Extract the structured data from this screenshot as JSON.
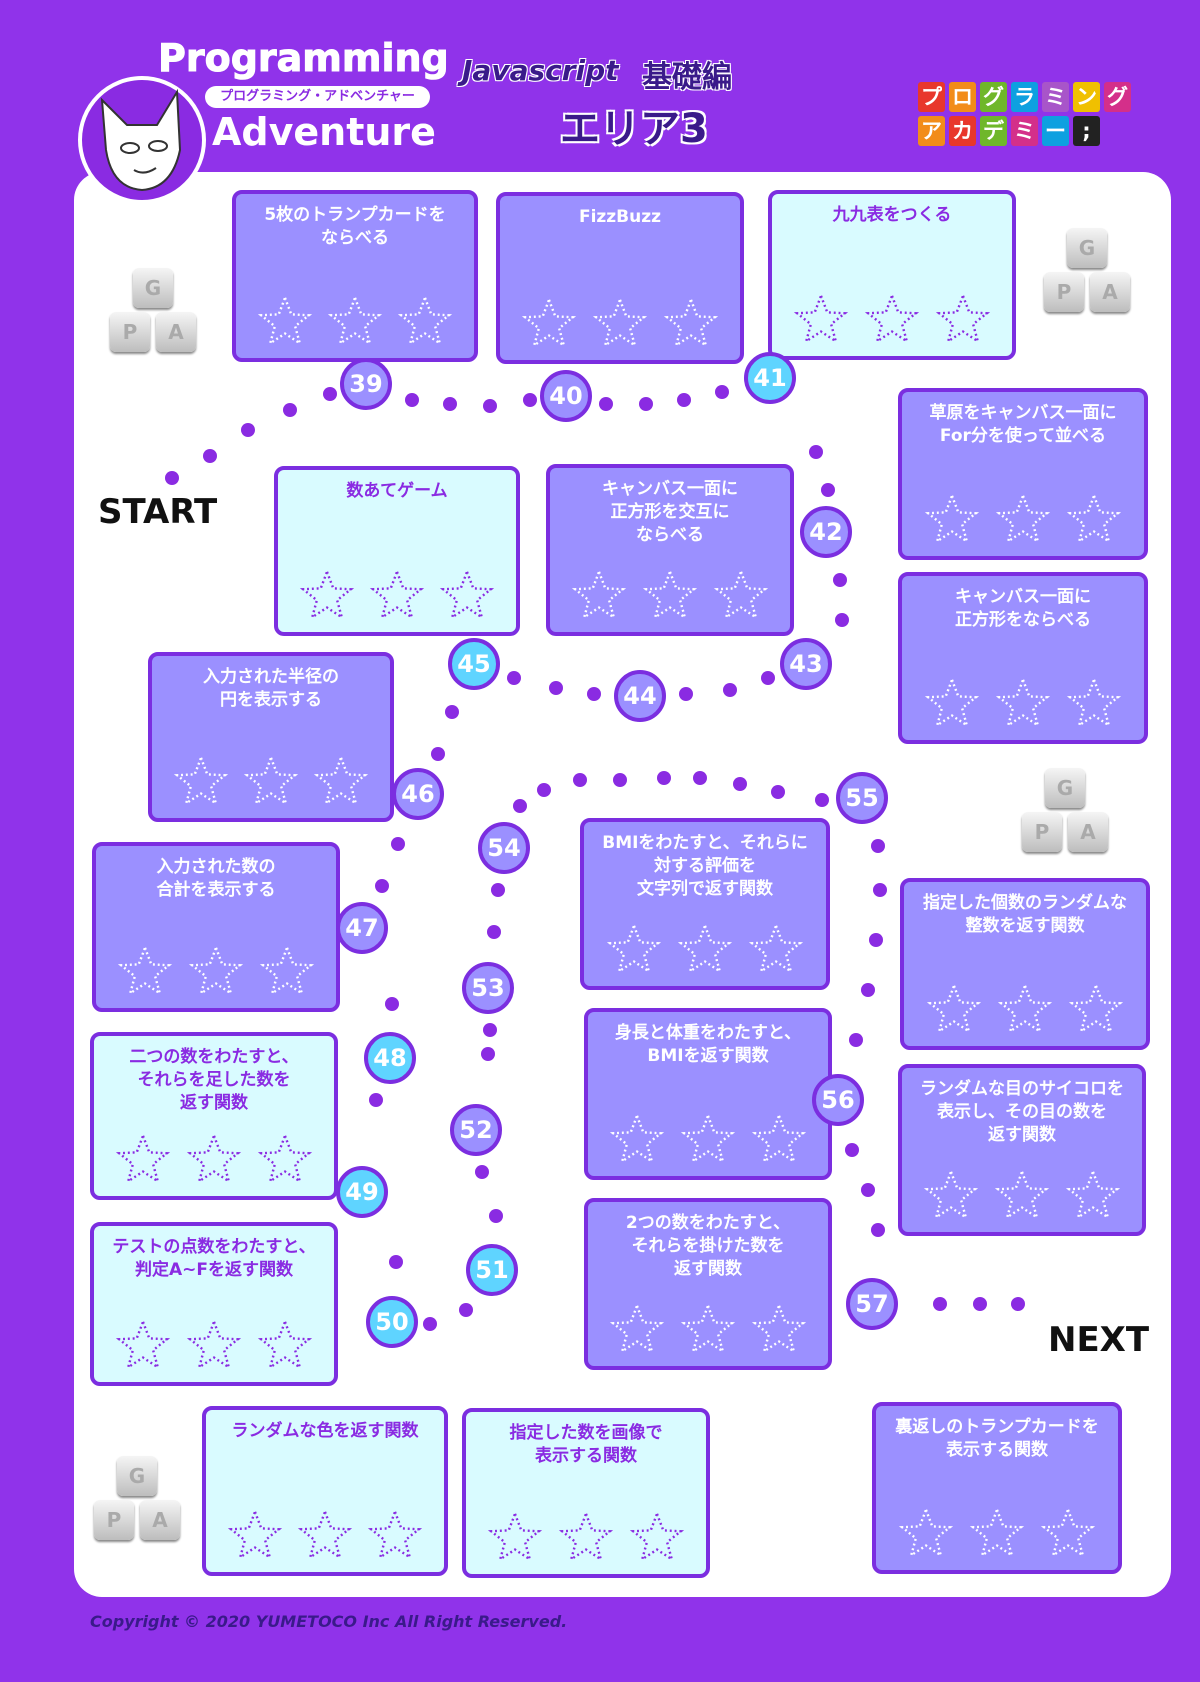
{
  "header": {
    "title_line1": "Programming",
    "title_kana": "プログラミング・アドベンチャー",
    "title_line2": "Adventure",
    "subject": "Javascript",
    "level": "基礎編",
    "area": "エリア3"
  },
  "academy_logo": {
    "line1": [
      "プ",
      "ロ",
      "グ",
      "ラ",
      "ミ",
      "ン",
      "グ"
    ],
    "line2": [
      "ア",
      "カ",
      "デ",
      "ミ",
      "ー",
      ";"
    ]
  },
  "labels": {
    "start": "START",
    "next": "NEXT"
  },
  "gpa_keys": {
    "g": "G",
    "p": "P",
    "a": "A"
  },
  "nodes": [
    "39",
    "40",
    "41",
    "42",
    "43",
    "44",
    "45",
    "46",
    "47",
    "48",
    "49",
    "50",
    "51",
    "52",
    "53",
    "54",
    "55",
    "56",
    "57"
  ],
  "cards": {
    "c39": "5枚のトランプカードを\nならべる",
    "c40": "FizzBuzz",
    "c41": "九九表をつくる",
    "c42": "草原をキャンバス一面に\nFor分を使って並べる",
    "c43": "キャンバス一面に\n正方形をならべる",
    "c44": "キャンバス一面に\n正方形を交互に\nならべる",
    "c45": "数あてゲーム",
    "c46": "入力された半径の\n円を表示する",
    "c47": "入力された数の\n合計を表示する",
    "c48": "二つの数をわたすと、\nそれらを足した数を\n返す関数",
    "c49": "テストの点数をわたすと、\n判定A~Fを返す関数",
    "c50": "ランダムな色を返す関数",
    "c51": "指定した数を画像で\n表示する関数",
    "c52": "2つの数をわたすと、\nそれらを掛けた数を\n返す関数",
    "c53": "身長と体重をわたすと、\nBMIを返す関数",
    "c54": "BMIをわたすと、それらに\n対する評価を\n文字列で返す関数",
    "c55": "指定した個数のランダムな\n整数を返す関数",
    "c56": "ランダムな目のサイコロを\n表示し、その目の数を\n返す関数",
    "c57": "裏返しのトランプカードを\n表示する関数"
  },
  "copyright": "Copyright ©  2020 YUMETOCO Inc All Right Reserved."
}
